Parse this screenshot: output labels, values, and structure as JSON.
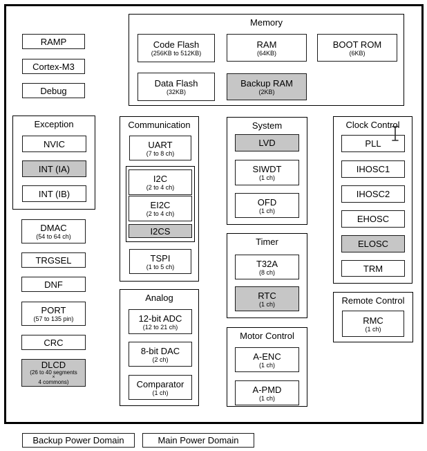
{
  "colors": {
    "backup_domain_fill": "#c6c6c6",
    "main_domain_fill": "#ffffff",
    "border": "#000000"
  },
  "cpu": [
    {
      "label": "RAMP"
    },
    {
      "label": "Cortex-M3"
    },
    {
      "label": "Debug"
    }
  ],
  "memory": {
    "title": "Memory",
    "code_flash": {
      "label": "Code Flash",
      "sub": "(256KB to 512KB)"
    },
    "ram": {
      "label": "RAM",
      "sub": "(64KB)"
    },
    "boot_rom": {
      "label": "BOOT ROM",
      "sub": "(6KB)"
    },
    "data_flash": {
      "label": "Data Flash",
      "sub": "(32KB)"
    },
    "backup_ram": {
      "label": "Backup RAM",
      "sub": "(2KB)"
    }
  },
  "exception": {
    "title": "Exception",
    "nvic": {
      "label": "NVIC"
    },
    "int_ia": {
      "label": "INT (IA)"
    },
    "int_ib": {
      "label": "INT (IB)"
    }
  },
  "peripherals_left": {
    "dmac": {
      "label": "DMAC",
      "sub": "(54 to 64 ch)"
    },
    "trgsel": {
      "label": "TRGSEL"
    },
    "dnf": {
      "label": "DNF"
    },
    "port": {
      "label": "PORT",
      "sub": "(57 to 135 pin)"
    },
    "crc": {
      "label": "CRC"
    },
    "dlcd": {
      "label": "DLCD",
      "sub_line1": "(26 to 40 segments",
      "sub_line2": "×",
      "sub_line3": "4 commons)"
    }
  },
  "communication": {
    "title": "Communication",
    "uart": {
      "label": "UART",
      "sub": "(7 to 8 ch)"
    },
    "i2c": {
      "label": "I2C",
      "sub": "(2 to 4 ch)"
    },
    "ei2c": {
      "label": "EI2C",
      "sub": "(2 to 4 ch)"
    },
    "i2cs": {
      "label": "I2CS"
    },
    "tspi": {
      "label": "TSPI",
      "sub": "(1 to 5 ch)"
    }
  },
  "analog": {
    "title": "Analog",
    "adc": {
      "label": "12-bit ADC",
      "sub": "(12 to 21 ch)"
    },
    "dac": {
      "label": "8-bit DAC",
      "sub": "(2 ch)"
    },
    "comparator": {
      "label": "Comparator",
      "sub": "(1 ch)"
    }
  },
  "system": {
    "title": "System",
    "lvd": {
      "label": "LVD"
    },
    "siwdt": {
      "label": "SIWDT",
      "sub": "(1 ch)"
    },
    "ofd": {
      "label": "OFD",
      "sub": "(1 ch)"
    }
  },
  "timer": {
    "title": "Timer",
    "t32a": {
      "label": "T32A",
      "sub": "(8 ch)"
    },
    "rtc": {
      "label": "RTC",
      "sub": "(1 ch)"
    }
  },
  "motor_control": {
    "title": "Motor Control",
    "a_enc": {
      "label": "A-ENC",
      "sub": "(1 ch)"
    },
    "a_pmd": {
      "label": "A-PMD",
      "sub": "(1 ch)"
    }
  },
  "clock_control": {
    "title": "Clock Control",
    "pll": {
      "label": "PLL"
    },
    "ihosc1": {
      "label": "IHOSC1"
    },
    "ihosc2": {
      "label": "IHOSC2"
    },
    "ehosc": {
      "label": "EHOSC"
    },
    "elosc": {
      "label": "ELOSC"
    },
    "trm": {
      "label": "TRM"
    }
  },
  "remote_control": {
    "title": "Remote Control",
    "rmc": {
      "label": "RMC",
      "sub": "(1 ch)"
    }
  },
  "legend": {
    "backup": {
      "label": "Backup Power Domain"
    },
    "main": {
      "label": "Main Power Domain"
    }
  }
}
